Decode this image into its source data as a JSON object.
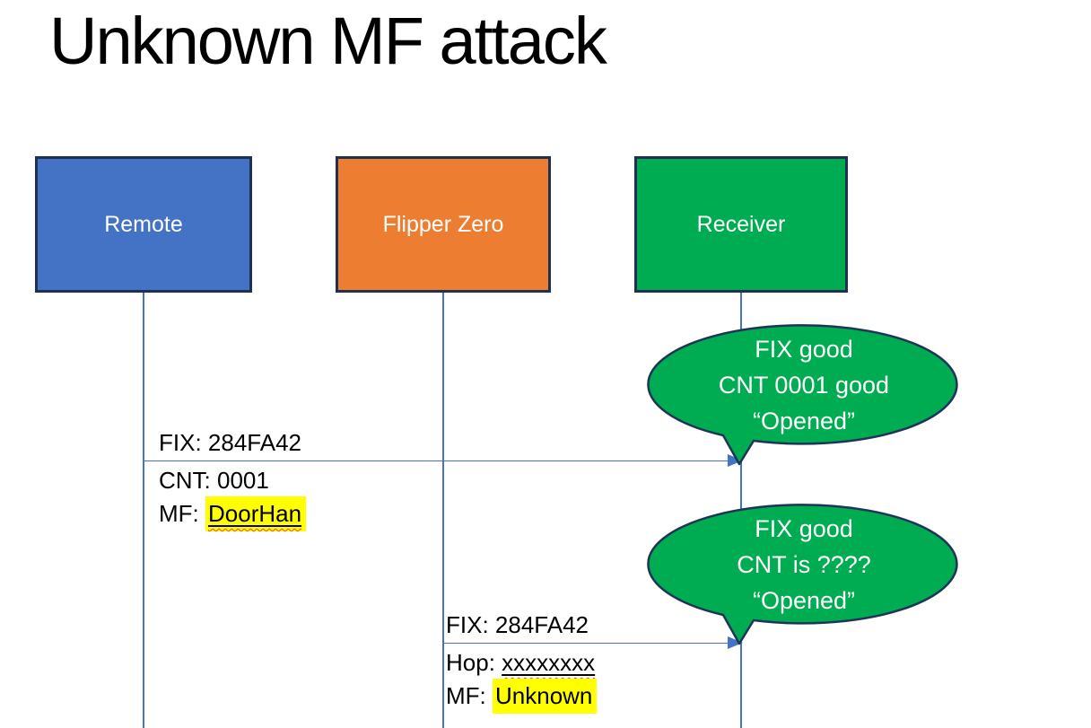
{
  "slide": {
    "title": "Unknown MF attack"
  },
  "actors": [
    {
      "label": "Remote",
      "fill": "#4472C4"
    },
    {
      "label": "Flipper Zero",
      "fill": "#ED7D31"
    },
    {
      "label": "Receiver",
      "fill": "#00AC51"
    }
  ],
  "message1": {
    "from": "Remote",
    "to": "Receiver",
    "fix": "FIX: 284FA42",
    "cnt": "CNT: 0001",
    "mf_prefix": "MF: ",
    "mf_value": "DoorHan"
  },
  "message2": {
    "from": "Flipper Zero",
    "to": "Receiver",
    "fix": "FIX: 284FA42",
    "hop_prefix": "Hop: ",
    "hop_value": "xxxxxxxx",
    "mf_prefix": "MF: ",
    "mf_value": "Unknown"
  },
  "bubble1": {
    "line1": "FIX good",
    "line2": "CNT 0001 good",
    "line3": "“Opened”"
  },
  "bubble2": {
    "line1": "FIX good",
    "line2": "CNT is ????",
    "line3": "“Opened”"
  },
  "colors": {
    "remote_fill": "#4472C4",
    "flipper_fill": "#ED7D31",
    "receiver_fill": "#00AC51",
    "box_border": "#1F3050",
    "connector": "#4472C4",
    "bubble_fill": "#00AC51",
    "bubble_border": "#1F3558",
    "highlight": "#FFFF00",
    "spellcheck_squiggle": "#FF4030",
    "bubble_text": "#FFFFFF",
    "label_text": "#000000"
  }
}
